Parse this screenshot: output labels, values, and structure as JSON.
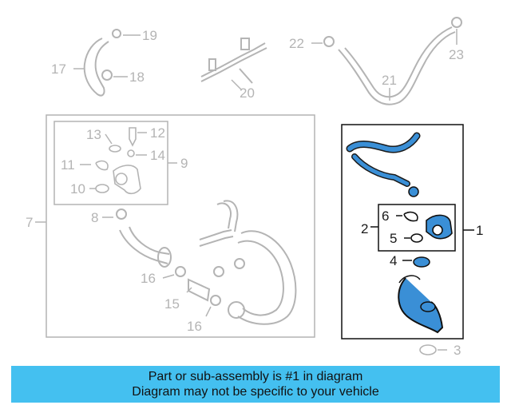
{
  "callouts": {
    "c1": "1",
    "c2": "2",
    "c3": "3",
    "c4": "4",
    "c5": "5",
    "c6": "6",
    "c7": "7",
    "c8": "8",
    "c9": "9",
    "c10": "10",
    "c11": "11",
    "c12": "12",
    "c13": "13",
    "c14": "14",
    "c15": "15",
    "c16a": "16",
    "c16b": "16",
    "c17": "17",
    "c18": "18",
    "c19": "19",
    "c20": "20",
    "c21": "21",
    "c22": "22",
    "c23": "23"
  },
  "footer": {
    "line1": "Part or sub-assembly is #1 in diagram",
    "line2": "Diagram may not be specific to your vehicle"
  },
  "colors": {
    "highlight": "#44c0f0",
    "part_blue": "#3a8fd6",
    "ghost": "#b4b4b4"
  }
}
